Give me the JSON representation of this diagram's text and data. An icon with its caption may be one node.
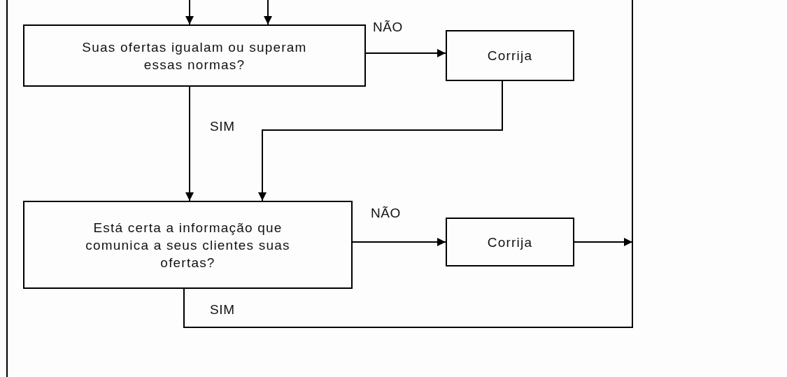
{
  "diagram": {
    "nodes": [
      {
        "text": [
          "Suas ofertas igualam ou superam essas normas?"
        ]
      },
      {
        "text": [
          "Corrija"
        ]
      },
      {
        "text": [
          "Está certa a informação que comunica a seus clientes suas ofertas?"
        ]
      },
      {
        "text": [
          "Corrija"
        ]
      }
    ],
    "edges": [
      {
        "from": null,
        "to": 0,
        "arrow": "to"
      },
      {
        "from": null,
        "to": 0,
        "arrow": "to"
      },
      {
        "from": 0,
        "to": 1,
        "arrow": "to",
        "label": "NÃO"
      },
      {
        "from": 0,
        "to": 2,
        "arrow": "to",
        "label": "SIM"
      },
      {
        "from": 1,
        "to": 2,
        "arrow": "to"
      },
      {
        "from": 2,
        "to": 3,
        "arrow": "to",
        "label": "NÃO"
      },
      {
        "from": 3,
        "to": null,
        "arrow": "to"
      },
      {
        "from": 2,
        "to": null,
        "arrow": "none",
        "label": "SIM"
      }
    ]
  }
}
